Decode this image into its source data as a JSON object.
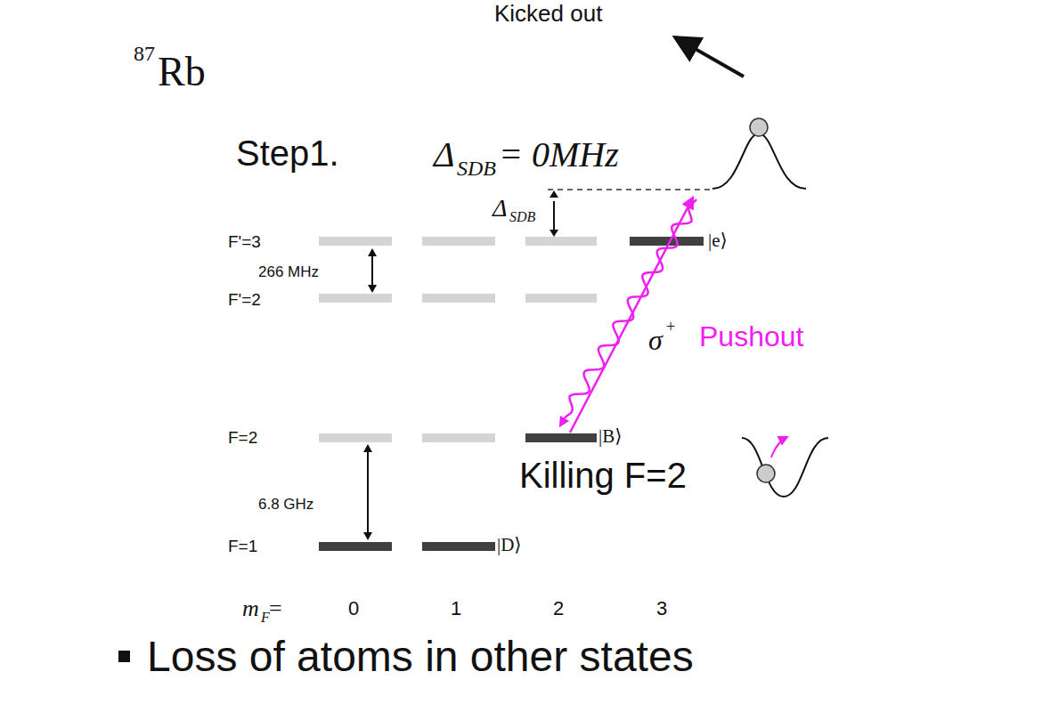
{
  "diagram": {
    "labels": [
      "87",
      "Rb",
      "Kicked out",
      "Step1.",
      "Δ",
      "SDB",
      "= 0MHz",
      "Δ",
      "SDB",
      "F'=3",
      "266 MHz",
      "F'=2",
      "|e⟩",
      "σ",
      "+",
      "Pushout",
      "F=2",
      "|B⟩",
      "Killing F=2",
      "6.8 GHz",
      "F=1",
      "|D⟩",
      "m",
      "F",
      " =",
      "0",
      "1",
      "2",
      "3",
      "Loss of atoms in other states"
    ]
  }
}
